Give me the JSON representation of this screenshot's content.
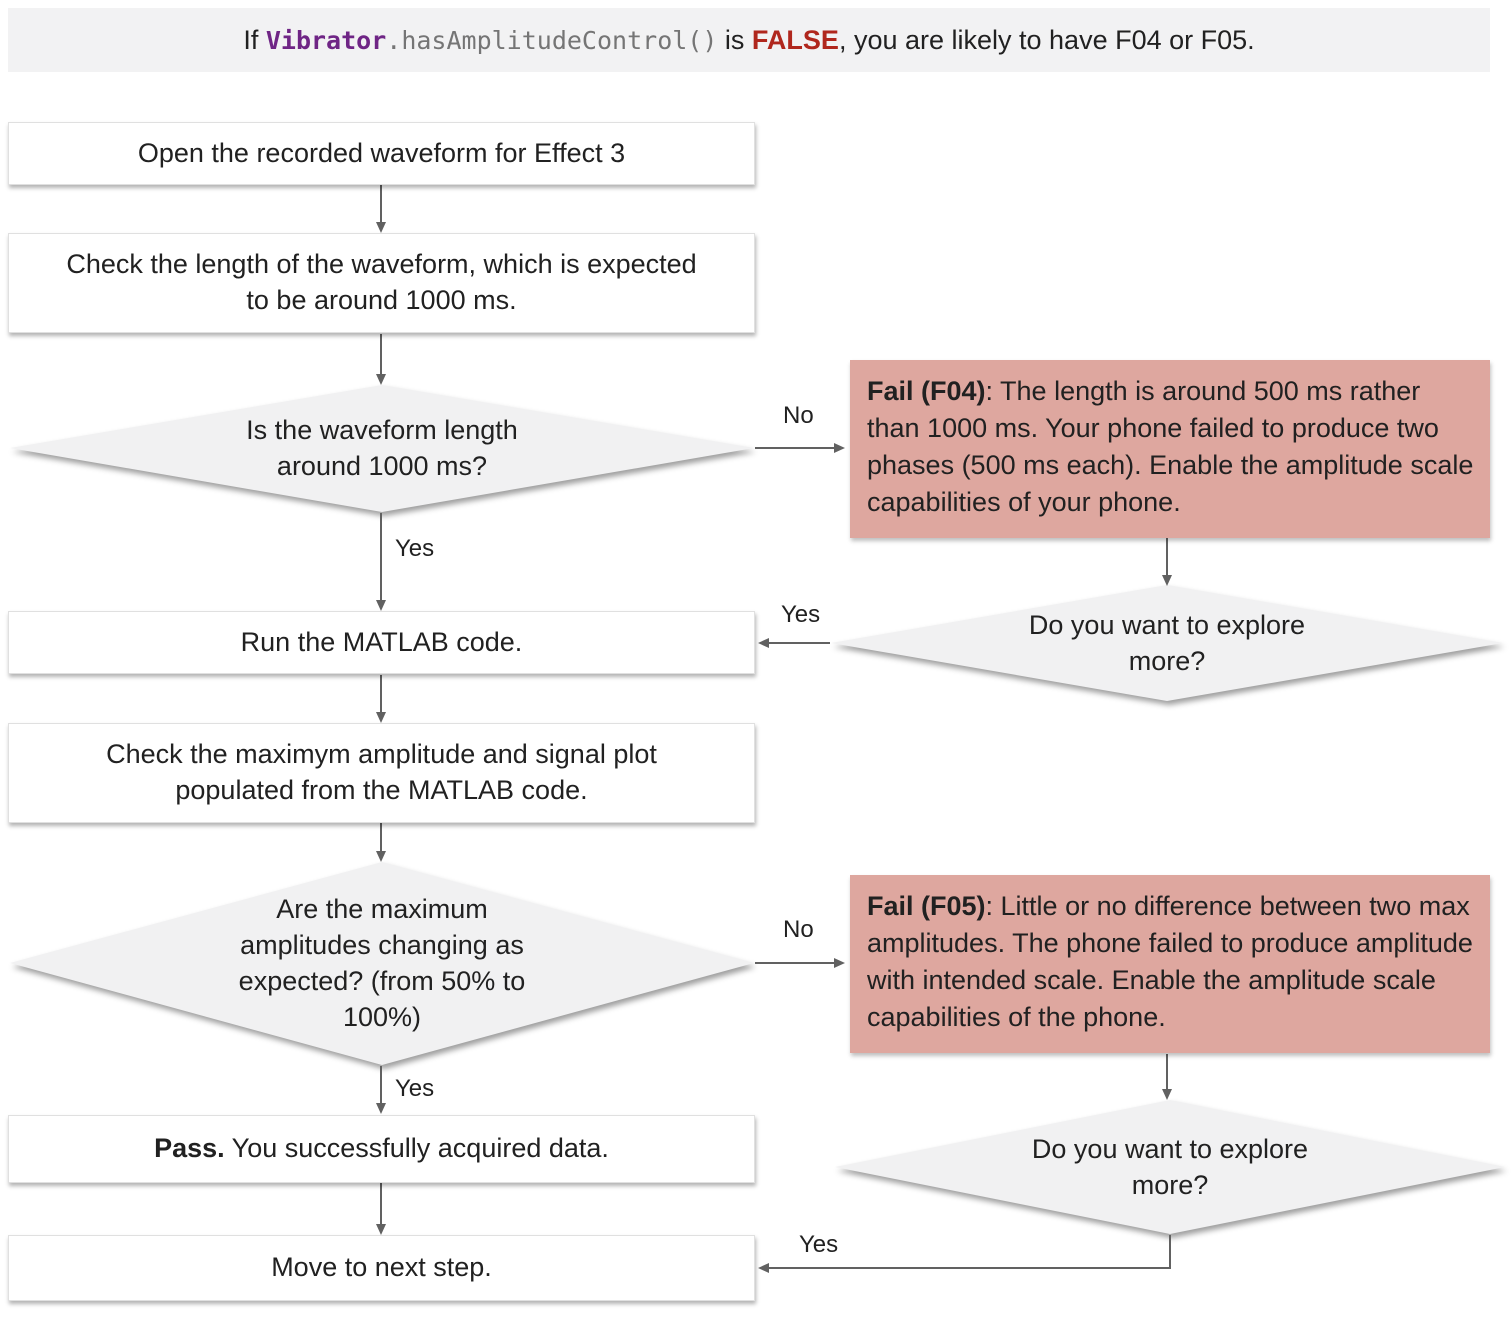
{
  "banner": {
    "prefix": "If ",
    "code_object": "Vibrator",
    "code_method": ".hasAmplitudeControl()",
    "connector": " is ",
    "false_literal": "FALSE",
    "suffix": ", you are likely to have F04 or F05."
  },
  "nodes": {
    "open_waveform": "Open the recorded waveform for Effect 3",
    "check_length": "Check the length of the waveform, which is expected to be around 1000 ms.",
    "length_decision": "Is the waveform length around 1000 ms?",
    "fail_f04_title": "Fail (F04)",
    "fail_f04_body": ": The length is around 500 ms rather than 1000 ms. Your phone failed to produce two phases (500 ms each). Enable the amplitude scale capabilities of your phone.",
    "explore_more_1": "Do you want to explore more?",
    "run_matlab": "Run the MATLAB code.",
    "check_amplitude": "Check the maximym amplitude and signal plot populated from the MATLAB code.",
    "amplitude_decision": "Are the maximum amplitudes changing as expected? (from 50% to 100%)",
    "fail_f05_title": "Fail (F05)",
    "fail_f05_body": ": Little or no difference between two max amplitudes. The phone failed to produce amplitude with intended scale. Enable the amplitude scale capabilities of the phone.",
    "explore_more_2": "Do you want to explore more?",
    "pass_title": "Pass.",
    "pass_body": " You successfully acquired data.",
    "next_step": "Move to next step."
  },
  "edges": {
    "length_no": "No",
    "length_yes": "Yes",
    "explore1_yes": "Yes",
    "amplitude_no": "No",
    "amplitude_yes": "Yes",
    "explore2_yes": "Yes"
  },
  "colors": {
    "banner_bg": "#f2f2f3",
    "code_purple": "#6f2585",
    "false_red": "#b0271d",
    "fail_box_bg": "#dea79f",
    "decision_bg": "#f1f1f2",
    "node_border": "#e0e0e0",
    "arrow": "#616161",
    "text": "#212121"
  }
}
